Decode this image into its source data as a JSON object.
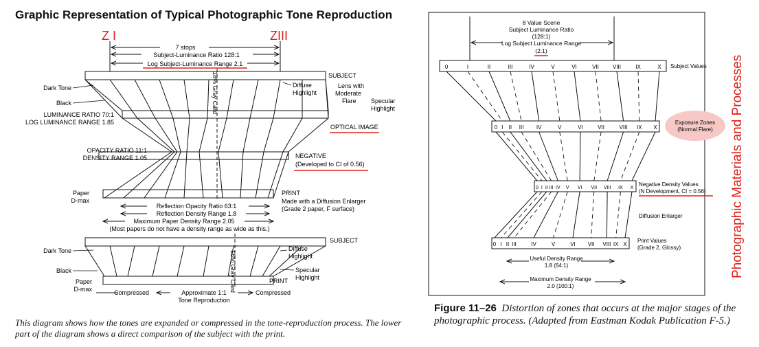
{
  "left_panel": {
    "title": "Graphic Representation of Typical Photographic Tone Reproduction",
    "zone_marks": [
      "Z I",
      "ZIII"
    ],
    "dims": {
      "stops": "7 stops",
      "subject_ratio": "Subject-Luminance Ratio 128:1",
      "log_range": "Log Subject-Luminance Range 2.1"
    },
    "stage_labels": {
      "subject": "SUBJECT",
      "optical_image": "OPTICAL IMAGE",
      "negative": "NEGATIVE",
      "negative_note": "(Developed to CI of 0.56)",
      "print": "PRINT",
      "print_note_1": "Made with a Diffusion Enlarger",
      "print_note_2": "(Grade 2 paper, F surface)",
      "subject_2": "SUBJECT",
      "print_2": "PRINT"
    },
    "tone_labels": {
      "dark_tone": "Dark Tone",
      "black": "Black",
      "diffuse_1": "Diffuse",
      "highlight_1": "Highlight",
      "lens_1": "Lens with",
      "lens_2": "Moderate",
      "lens_3": "Flare",
      "specular_1": "Specular",
      "specular_2": "Highlight",
      "gray_card": "18% Gray Card",
      "dark_tone_2": "Dark Tone",
      "black_2": "Black",
      "diffuse_2": "Diffuse",
      "highlight_2": "Highlight",
      "specular_3": "Specular",
      "specular_4": "Highlight",
      "gray_card_2": "18% Gray Card",
      "paper_1": "Paper",
      "paper_2": "D-max",
      "paper_3": "Paper",
      "paper_4": "D-max"
    },
    "ratios": {
      "luminance_ratio": "LUMINANCE RATIO 70:1",
      "log_luminance": "LOG LUMINANCE RANGE 1.85",
      "opacity_ratio": "OPACITY RATIO 11:1",
      "density_range": "DENSITY RANGE 1.05",
      "reflection_opacity": "Reflection Opacity Ratio 63:1",
      "reflection_density": "Reflection Density Range 1.8",
      "max_paper_density": "Maximum Paper Density Range 2.05",
      "papers_note": "(Most papers do not have a density range as wide as this.)"
    },
    "compression": {
      "left": "Compressed",
      "center_1": "Approximate 1:1",
      "center_2": "Tone Reproduction",
      "right": "Compressed"
    },
    "caption": "This diagram shows how the tones are expanded or compressed in the tone-reproduction process. The lower part of the diagram shows a direct comparison of the subject with the print."
  },
  "right_panel": {
    "header": {
      "line1": "8 Value Scene",
      "line2": "Subject Luminance Ratio",
      "line3": "(128:1)",
      "line4": "Log Subject Luminance Range",
      "line5": "(2.1)"
    },
    "subject_values": [
      "0",
      "I",
      "II",
      "III",
      "IV",
      "V",
      "VI",
      "VII",
      "VIII",
      "IX",
      "X"
    ],
    "subject_values_label": "Subject Values",
    "exposure_values": [
      "0",
      "I",
      "II",
      "III",
      "IV",
      "V",
      "VI",
      "VII",
      "VIII",
      "IX",
      "X"
    ],
    "exposure_label_1": "Exposure Zones",
    "exposure_label_2": "(Normal Flare)",
    "negative_values": [
      "0",
      "I",
      "II",
      "III",
      "IV",
      "V",
      "VI",
      "VII",
      "VIII",
      "IX",
      "X"
    ],
    "negative_label_1": "Negative Density Values",
    "negative_label_2": "(N Development, CI = 0.56)",
    "diffusion_label": "Diffusion Enlarger",
    "print_values": [
      "0",
      "I",
      "II",
      "III",
      "IV",
      "V",
      "VI",
      "VII",
      "VIII",
      "IX",
      "X"
    ],
    "print_label_1": "Print Values",
    "print_label_2": "(Grade 2, Glossy)",
    "useful_density_1": "Useful Density Range",
    "useful_density_2": "1.8 (64:1)",
    "max_density_1": "Maximum Density Range",
    "max_density_2": "2.0 (100:1)",
    "figure_number": "Figure 11–26",
    "figure_caption_1": "Distortion of zones that occurs at the major stages of the photographic process.",
    "figure_caption_2": "(Adapted from Eastman Kodak Publication F-5.)",
    "side_title": "Photographic Materials and Processes"
  },
  "colors": {
    "annotation_red": "#e0201c",
    "ink": "#111111",
    "bubble": "#f6c9c6"
  }
}
